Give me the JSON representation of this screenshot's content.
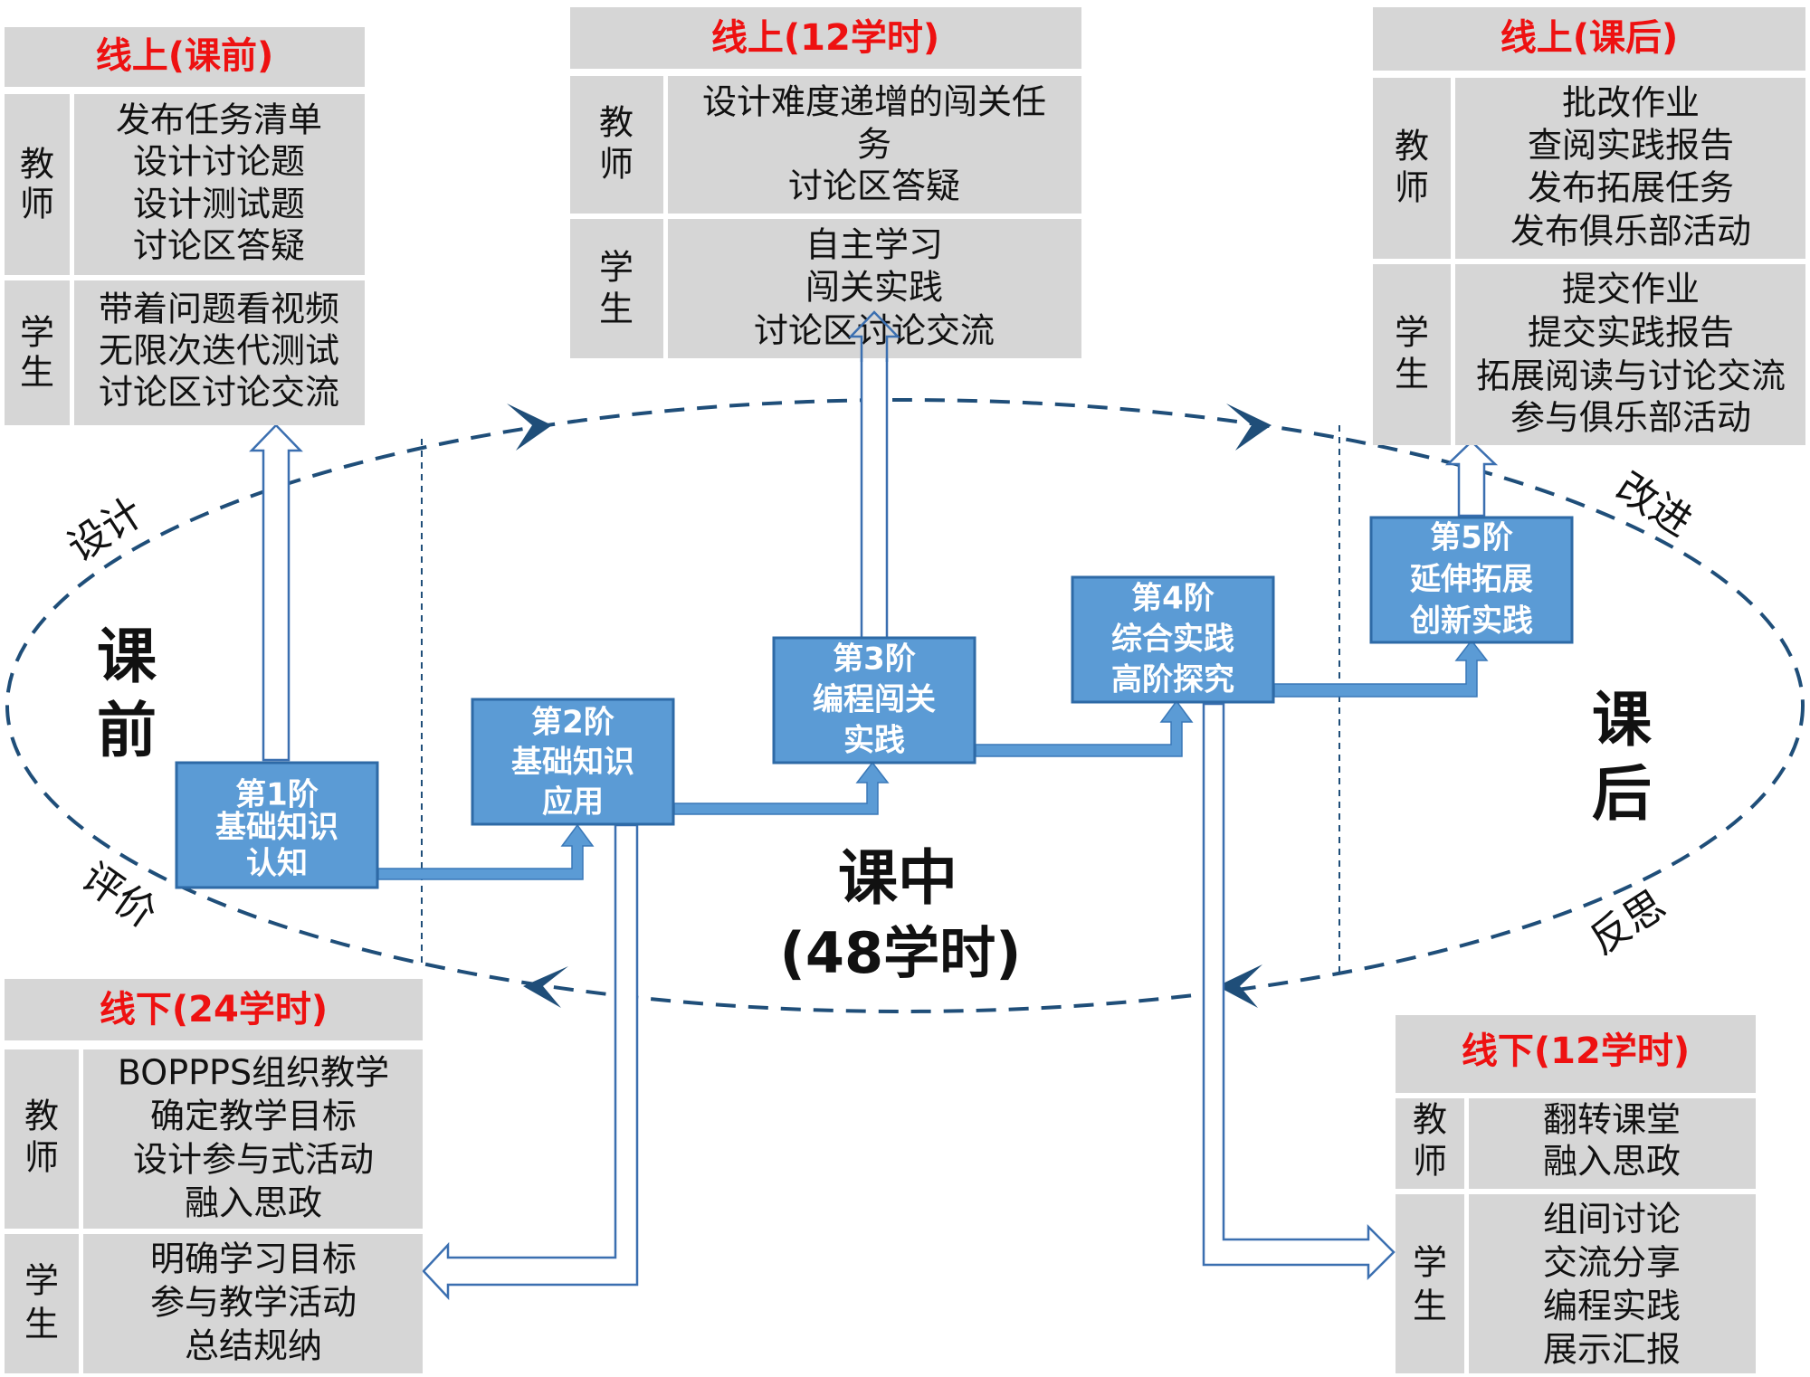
{
  "colors": {
    "panel_bg": "#d6d6d6",
    "header_red": "#ee1111",
    "stage_fill": "#5b9bd5",
    "stage_border": "#2e6aa6",
    "connector": "#5b9bd5",
    "hollow_arrow": "#3b6fb0",
    "ellipse": "#1f4e79",
    "text": "#111111"
  },
  "panels": {
    "pre": {
      "title": "线上(课前)",
      "teacher_label": [
        "教",
        "师"
      ],
      "teacher": [
        "发布任务清单",
        "设计讨论题",
        "设计测试题",
        "讨论区答疑"
      ],
      "student_label": [
        "学",
        "生"
      ],
      "student": [
        "带着问题看视频",
        "无限次迭代测试",
        "讨论区讨论交流"
      ]
    },
    "online_mid": {
      "title": "线上(12学时)",
      "teacher_label": [
        "教",
        "师"
      ],
      "teacher": [
        "设计难度递增的闯关任",
        "务",
        "讨论区答疑"
      ],
      "student_label": [
        "学",
        "生"
      ],
      "student": [
        "自主学习",
        "闯关实践",
        "讨论区讨论交流"
      ]
    },
    "post": {
      "title": "线上(课后)",
      "teacher_label": [
        "教",
        "师"
      ],
      "teacher": [
        "批改作业",
        "查阅实践报告",
        "发布拓展任务",
        "发布俱乐部活动"
      ],
      "student_label": [
        "学",
        "生"
      ],
      "student": [
        "提交作业",
        "提交实践报告",
        "拓展阅读与讨论交流",
        "参与俱乐部活动"
      ]
    },
    "offline_24": {
      "title": "线下(24学时)",
      "teacher_label": [
        "教",
        "师"
      ],
      "teacher": [
        "BOPPPS组织教学",
        "确定教学目标",
        "设计参与式活动",
        "融入思政"
      ],
      "student_label": [
        "学",
        "生"
      ],
      "student": [
        "明确学习目标",
        "参与教学活动",
        "总结规纳"
      ]
    },
    "offline_12": {
      "title": "线下(12学时)",
      "teacher_label": [
        "教",
        "师"
      ],
      "teacher": [
        "翻转课堂",
        "融入思政"
      ],
      "student_label": [
        "学",
        "生"
      ],
      "student": [
        "组间讨论",
        "交流分享",
        "编程实践",
        "展示汇报"
      ]
    }
  },
  "stages": [
    [
      "第1阶",
      "基础知识",
      "认知"
    ],
    [
      "第2阶",
      "基础知识",
      "应用"
    ],
    [
      "第3阶",
      "编程闯关",
      "实践"
    ],
    [
      "第4阶",
      "综合实践",
      "高阶探究"
    ],
    [
      "第5阶",
      "延伸拓展",
      "创新实践"
    ]
  ],
  "cycle_labels": {
    "pre": [
      "课",
      "前"
    ],
    "post": [
      "课",
      "后"
    ],
    "mid": [
      "课中",
      "(48学时)"
    ],
    "design": "设计",
    "improve": "改进",
    "evaluate": "评价",
    "reflect": "反思"
  }
}
